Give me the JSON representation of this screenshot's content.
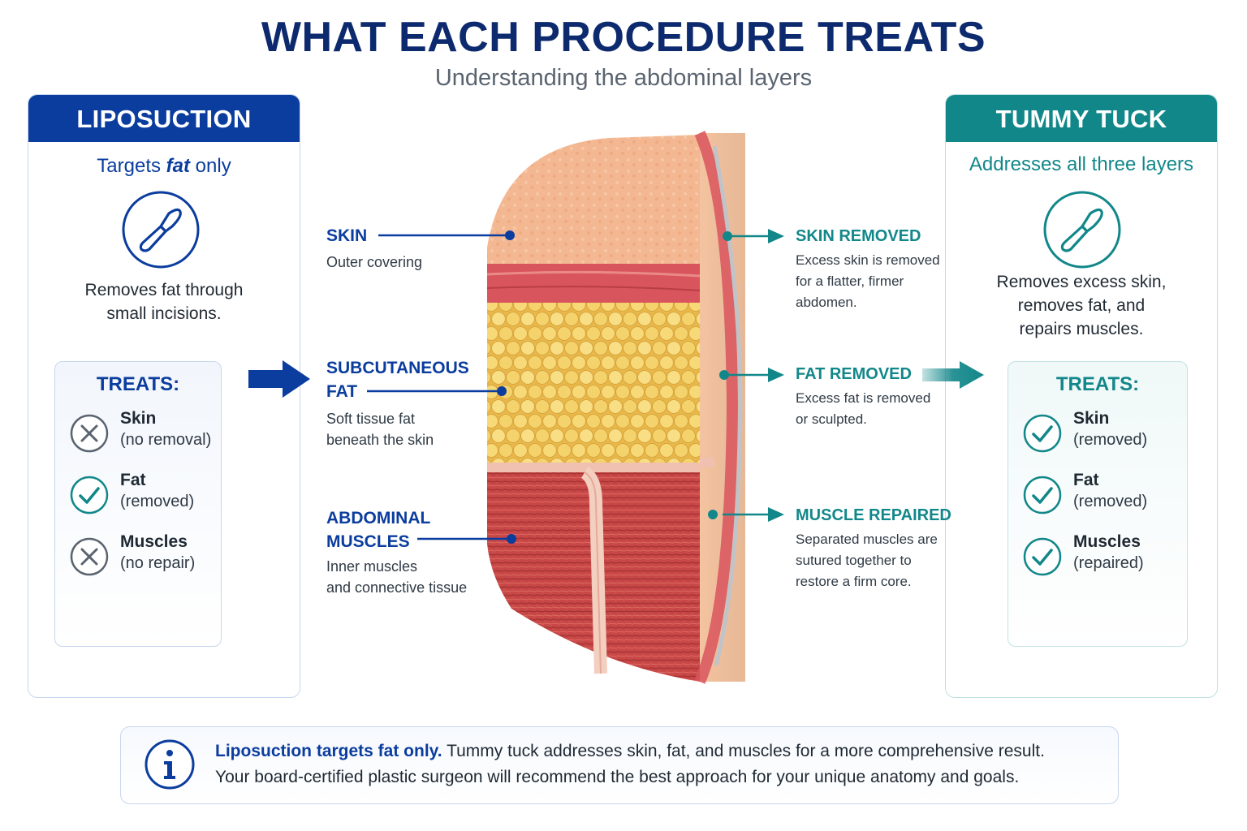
{
  "title": "WHAT EACH PROCEDURE TREATS",
  "subtitle": "Understanding the abdominal layers",
  "liposuction": {
    "header": "LIPOSUCTION",
    "sub_pre": "Targets ",
    "sub_em": "fat",
    "sub_post": " only",
    "icon": "scalpel-icon",
    "desc_line1": "Removes fat through",
    "desc_line2": "small incisions.",
    "treats_title": "TREATS:",
    "items": [
      {
        "name": "Skin",
        "note": "(no removal)",
        "status": "x"
      },
      {
        "name": "Fat",
        "note": "(removed)",
        "status": "check"
      },
      {
        "name": "Muscles",
        "note": "(no repair)",
        "status": "x"
      }
    ]
  },
  "tummy_tuck": {
    "header": "TUMMY TUCK",
    "sub": "Addresses all three layers",
    "icon": "scalpel-icon",
    "desc_line1": "Removes excess skin,",
    "desc_line2": "removes fat, and",
    "desc_line3": "repairs muscles.",
    "treats_title": "TREATS:",
    "items": [
      {
        "name": "Skin",
        "note": "(removed)",
        "status": "check"
      },
      {
        "name": "Fat",
        "note": "(removed)",
        "status": "check"
      },
      {
        "name": "Muscles",
        "note": "(repaired)",
        "status": "check"
      }
    ]
  },
  "layers": {
    "skin": {
      "title": "SKIN",
      "desc": "Outer covering"
    },
    "fat": {
      "title_line1": "SUBCUTANEOUS",
      "title_line2": "FAT",
      "desc_line1": "Soft tissue fat",
      "desc_line2": "beneath the skin"
    },
    "muscles": {
      "title_line1": "ABDOMINAL",
      "title_line2": "MUSCLES",
      "desc_line1": "Inner muscles",
      "desc_line2": "and connective tissue"
    }
  },
  "results": {
    "skin": {
      "title": "SKIN REMOVED",
      "desc_line1": "Excess skin is removed",
      "desc_line2": "for a flatter, firmer",
      "desc_line3": "abdomen."
    },
    "fat": {
      "title": "FAT REMOVED",
      "desc_line1": "Excess fat is removed",
      "desc_line2": "or sculpted."
    },
    "muscle": {
      "title": "MUSCLE REPAIRED",
      "desc_line1": "Separated muscles are",
      "desc_line2": "sutured together to",
      "desc_line3": "restore a firm core."
    }
  },
  "info": {
    "icon": "info-icon",
    "bold": "Liposuction targets fat only.",
    "line1_rest": " Tummy tuck addresses skin, fat, and muscles for a more comprehensive result.",
    "line2": "Your board-certified plastic surgeon will recommend the best approach for your unique anatomy and goals."
  },
  "colors": {
    "navy": "#0b3d9e",
    "teal": "#12878a",
    "skin": "#f2b58e",
    "fat": "#f2cf62",
    "muscle": "#c94a4a"
  }
}
